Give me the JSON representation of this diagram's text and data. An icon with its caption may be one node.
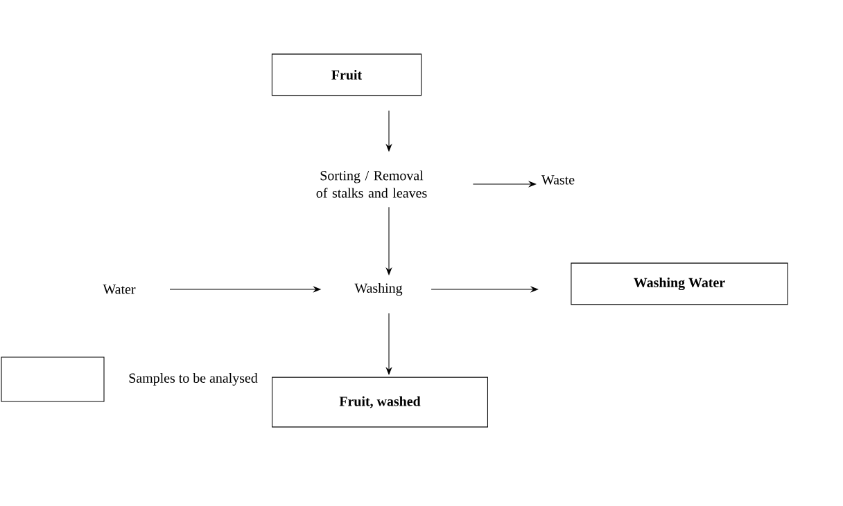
{
  "diagram": {
    "nodes": [
      {
        "text": [
          "Fruit"
        ]
      },
      {
        "text": [
          "Sorting / Removal of stalks and leaves"
        ]
      },
      {
        "text": [
          "Waste"
        ]
      },
      {
        "text": [
          "Water"
        ]
      },
      {
        "text": [
          "Washing"
        ]
      },
      {
        "text": [
          "Washing Water"
        ]
      },
      {
        "text": [
          "Fruit, washed"
        ]
      }
    ],
    "edges": [
      {
        "from": 0,
        "to": 1,
        "arrow": "to"
      },
      {
        "from": 1,
        "to": 2,
        "arrow": "to"
      },
      {
        "from": 1,
        "to": 4,
        "arrow": "to"
      },
      {
        "from": 3,
        "to": 4,
        "arrow": "to"
      },
      {
        "from": 4,
        "to": 5,
        "arrow": "to"
      },
      {
        "from": 4,
        "to": 6,
        "arrow": "to"
      }
    ],
    "legend": [
      {
        "text": "Samples to be analysed"
      }
    ]
  }
}
